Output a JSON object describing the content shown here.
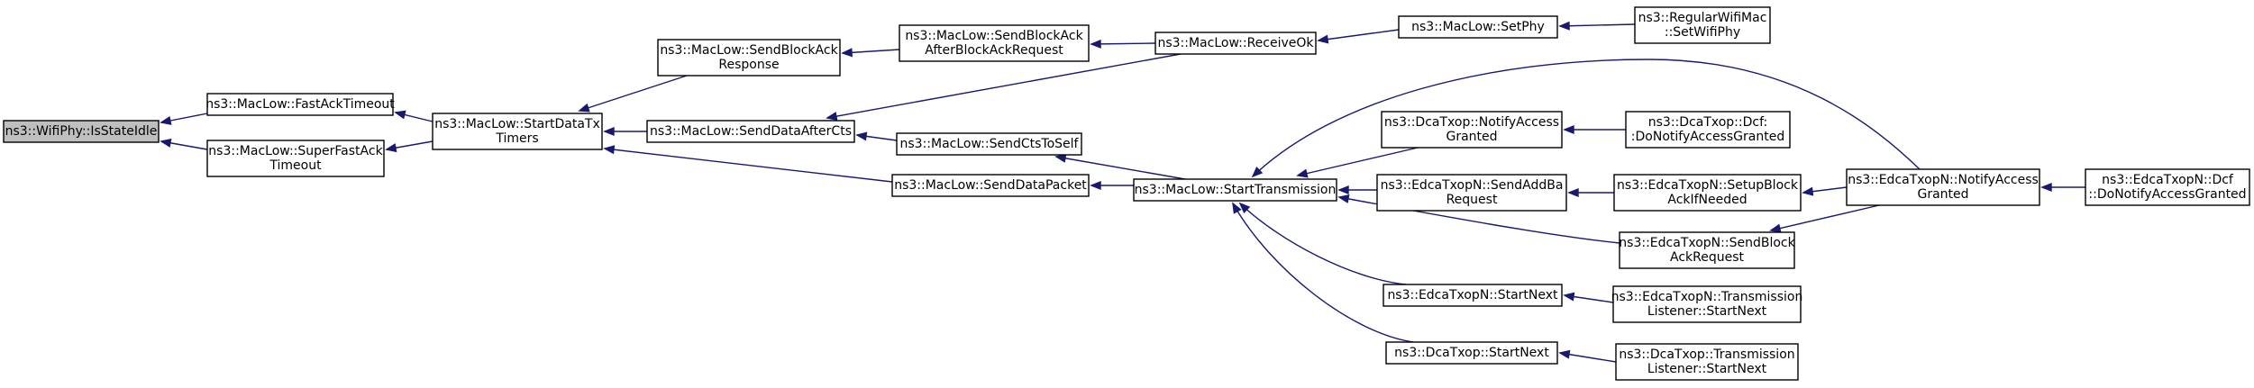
{
  "graph": {
    "colors": {
      "edge": "#191970",
      "node_border": "#000000",
      "root_fill": "#bfbfbf",
      "node_fill": "#ffffff"
    },
    "nodes": [
      {
        "id": "n0",
        "lines": [
          "ns3::WifiPhy::IsStateIdle"
        ],
        "root": true
      },
      {
        "id": "n1",
        "lines": [
          "ns3::MacLow::FastAckTimeout"
        ]
      },
      {
        "id": "n2",
        "lines": [
          "ns3::MacLow::SuperFastAck",
          "Timeout"
        ]
      },
      {
        "id": "n3",
        "lines": [
          "ns3::MacLow::StartDataTx",
          "Timers"
        ]
      },
      {
        "id": "n4",
        "lines": [
          "ns3::MacLow::SendBlockAck",
          "Response"
        ]
      },
      {
        "id": "n5",
        "lines": [
          "ns3::MacLow::SendDataAfterCts"
        ]
      },
      {
        "id": "n6",
        "lines": [
          "ns3::MacLow::SendDataPacket"
        ]
      },
      {
        "id": "n7",
        "lines": [
          "ns3::MacLow::SendBlockAck",
          "AfterBlockAckRequest"
        ]
      },
      {
        "id": "n8",
        "lines": [
          "ns3::MacLow::SendCtsToSelf"
        ]
      },
      {
        "id": "n9",
        "lines": [
          "ns3::MacLow::StartTransmission"
        ]
      },
      {
        "id": "n10",
        "lines": [
          "ns3::MacLow::ReceiveOk"
        ]
      },
      {
        "id": "n11",
        "lines": [
          "ns3::MacLow::SetPhy"
        ]
      },
      {
        "id": "n12",
        "lines": [
          "ns3::RegularWifiMac",
          "::SetWifiPhy"
        ]
      },
      {
        "id": "n13",
        "lines": [
          "ns3::DcaTxop::NotifyAccess",
          "Granted"
        ]
      },
      {
        "id": "n14",
        "lines": [
          "ns3::EdcaTxopN::SendAddBa",
          "Request"
        ]
      },
      {
        "id": "n15",
        "lines": [
          "ns3::EdcaTxopN::StartNext"
        ]
      },
      {
        "id": "n16",
        "lines": [
          "ns3::DcaTxop::StartNext"
        ]
      },
      {
        "id": "n17",
        "lines": [
          "ns3::DcaTxop::Dcf:",
          ":DoNotifyAccessGranted"
        ]
      },
      {
        "id": "n18",
        "lines": [
          "ns3::EdcaTxopN::SetupBlock",
          "AckIfNeeded"
        ]
      },
      {
        "id": "n19",
        "lines": [
          "ns3::EdcaTxopN::SendBlock",
          "AckRequest"
        ]
      },
      {
        "id": "n20",
        "lines": [
          "ns3::EdcaTxopN::Transmission",
          "Listener::StartNext"
        ]
      },
      {
        "id": "n21",
        "lines": [
          "ns3::DcaTxop::Transmission",
          "Listener::StartNext"
        ]
      },
      {
        "id": "n22",
        "lines": [
          "ns3::EdcaTxopN::NotifyAccess",
          "Granted"
        ]
      },
      {
        "id": "n23",
        "lines": [
          "ns3::EdcaTxopN::Dcf",
          "::DoNotifyAccessGranted"
        ]
      }
    ],
    "edges": [
      {
        "id": "e1",
        "from": "n0",
        "to": "n1"
      },
      {
        "id": "e2",
        "from": "n0",
        "to": "n2"
      },
      {
        "id": "e3",
        "from": "n1",
        "to": "n3"
      },
      {
        "id": "e4",
        "from": "n2",
        "to": "n3"
      },
      {
        "id": "e5",
        "from": "n3",
        "to": "n4"
      },
      {
        "id": "e6",
        "from": "n3",
        "to": "n5"
      },
      {
        "id": "e7",
        "from": "n3",
        "to": "n6"
      },
      {
        "id": "e8",
        "from": "n4",
        "to": "n7"
      },
      {
        "id": "e9",
        "from": "n7",
        "to": "n10"
      },
      {
        "id": "e10",
        "from": "n5",
        "to": "n10"
      },
      {
        "id": "e11",
        "from": "n5",
        "to": "n8"
      },
      {
        "id": "e12",
        "from": "n8",
        "to": "n9"
      },
      {
        "id": "e13",
        "from": "n6",
        "to": "n9"
      },
      {
        "id": "e14",
        "from": "n10",
        "to": "n11"
      },
      {
        "id": "e15",
        "from": "n11",
        "to": "n12"
      },
      {
        "id": "e16",
        "from": "n9",
        "to": "n13"
      },
      {
        "id": "e17",
        "from": "n9",
        "to": "n14"
      },
      {
        "id": "e18",
        "from": "n9",
        "to": "n15"
      },
      {
        "id": "e19",
        "from": "n9",
        "to": "n16"
      },
      {
        "id": "e20",
        "from": "n9",
        "to": "n19"
      },
      {
        "id": "e21",
        "from": "n9",
        "to": "n22"
      },
      {
        "id": "e22",
        "from": "n13",
        "to": "n17"
      },
      {
        "id": "e23",
        "from": "n14",
        "to": "n18"
      },
      {
        "id": "e24",
        "from": "n18",
        "to": "n22"
      },
      {
        "id": "e25",
        "from": "n19",
        "to": "n22"
      },
      {
        "id": "e26",
        "from": "n15",
        "to": "n20"
      },
      {
        "id": "e27",
        "from": "n16",
        "to": "n21"
      },
      {
        "id": "e28",
        "from": "n22",
        "to": "n23"
      }
    ]
  }
}
